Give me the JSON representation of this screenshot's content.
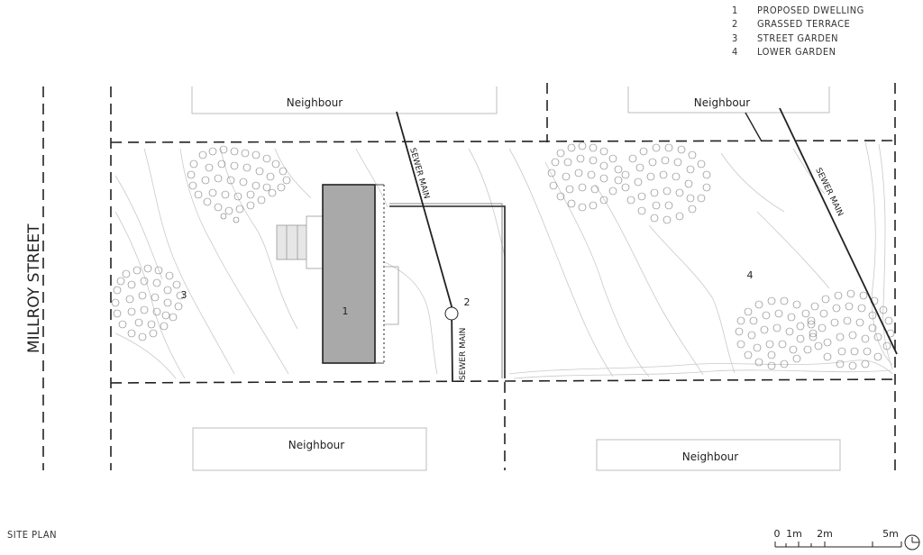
{
  "legend": [
    {
      "num": "1",
      "text": "PROPOSED DWELLING"
    },
    {
      "num": "2",
      "text": "GRASSED TERRACE"
    },
    {
      "num": "3",
      "text": "STREET GARDEN"
    },
    {
      "num": "4",
      "text": "LOWER GARDEN"
    }
  ],
  "street_name": "MILLROY STREET",
  "neighbour_label": "Neighbour",
  "sewer_label": "SEWER MAIN",
  "zones": {
    "z1": "1",
    "z2": "2",
    "z3": "3",
    "z4": "4"
  },
  "footer_title": "SITE PLAN",
  "scale": {
    "t0": "0",
    "t1": "1m",
    "t2": "2m",
    "t3": "5m"
  },
  "colors": {
    "dwelling": "#a9a9a9",
    "line": "#222222",
    "contour": "#c9c9c9"
  }
}
